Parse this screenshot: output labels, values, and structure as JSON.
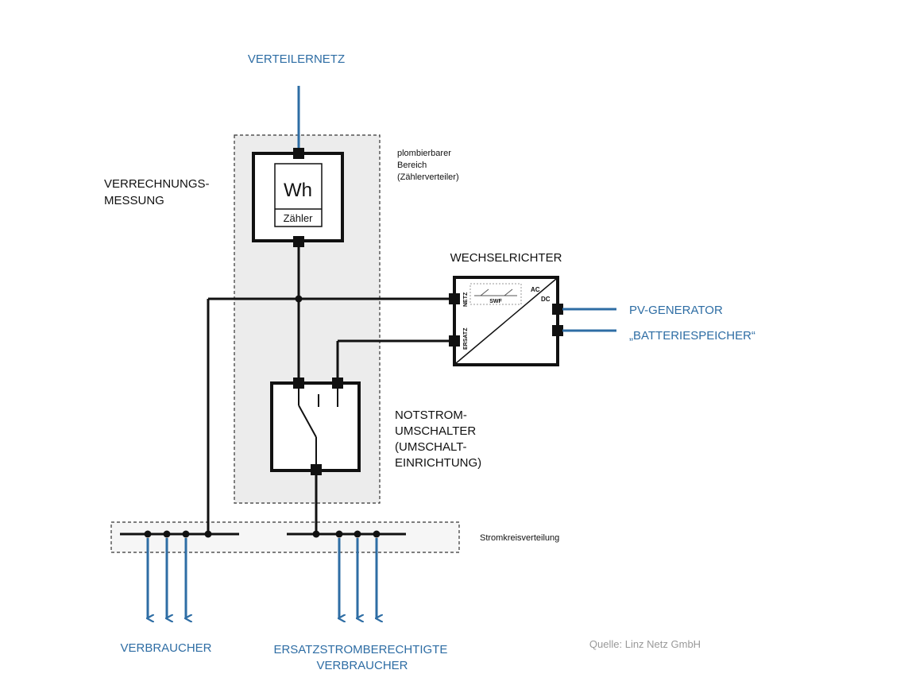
{
  "labels": {
    "grid": "VERTEILERNETZ",
    "metering": [
      "VERRECHNUNGS-",
      "MESSUNG"
    ],
    "sealable": [
      "plombierbarer",
      "Bereich",
      "(Zählerverteiler)"
    ],
    "meter_symbol": "Wh",
    "meter_name": "Zähler",
    "inverter": "WECHSELRICHTER",
    "inverter_ac": "AC",
    "inverter_dc": "DC",
    "inverter_swf": "SWF",
    "inverter_netz": "NETZ",
    "inverter_ersatz": "ERSATZ",
    "pv": "PV-GENERATOR",
    "battery": "„BATTERIESPEICHER“",
    "switch": [
      "NOTSTROM-",
      "UMSCHALTER",
      "(UMSCHALT-",
      "EINRICHTUNG)"
    ],
    "distribution": "Stromkreisverteilung",
    "consumers": "VERBRAUCHER",
    "backup_consumers": [
      "ERSATZSTROMBERECHTIGTE",
      "VERBRAUCHER"
    ],
    "source": "Quelle: Linz Netz GmbH"
  },
  "colors": {
    "accent": "#2e6da4",
    "line": "#111111",
    "area_fill": "#ececec",
    "source_text": "#999999"
  }
}
